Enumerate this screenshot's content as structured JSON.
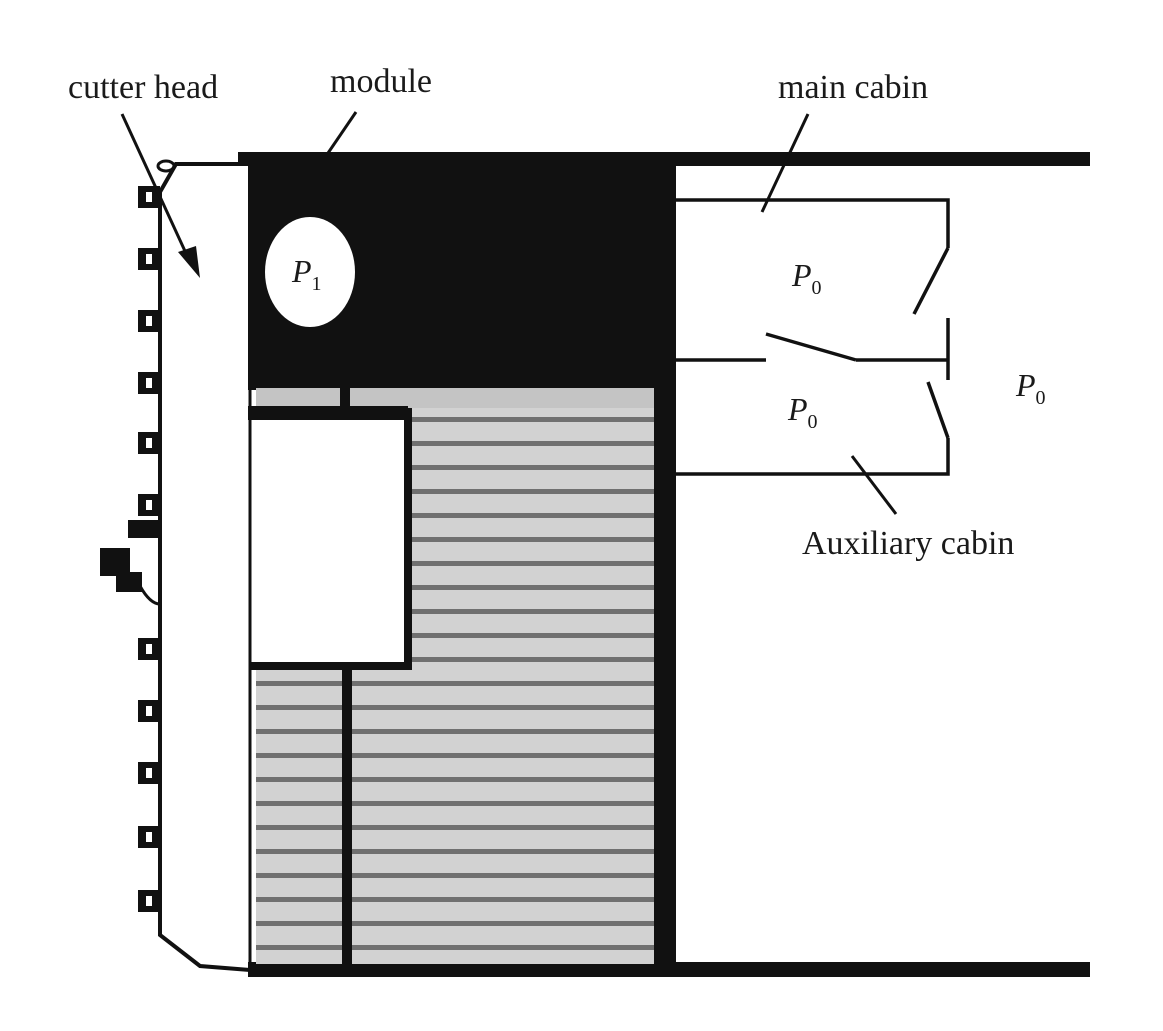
{
  "labels": {
    "cutter_head": "cutter head",
    "module": "module",
    "main_cabin": "main cabin",
    "auxiliary_cabin": "Auxiliary cabin"
  },
  "pressures": {
    "module": {
      "symbol": "P",
      "subscript": "1"
    },
    "main_cabin": {
      "symbol": "P",
      "subscript": "0"
    },
    "auxiliary_cabin": {
      "symbol": "P",
      "subscript": "0"
    },
    "outside": {
      "symbol": "P",
      "subscript": "0"
    }
  },
  "colors": {
    "ink": "#111111",
    "muck": "#cfcfcf",
    "muck_stripe": "#6e6e6e",
    "background": "#ffffff"
  }
}
